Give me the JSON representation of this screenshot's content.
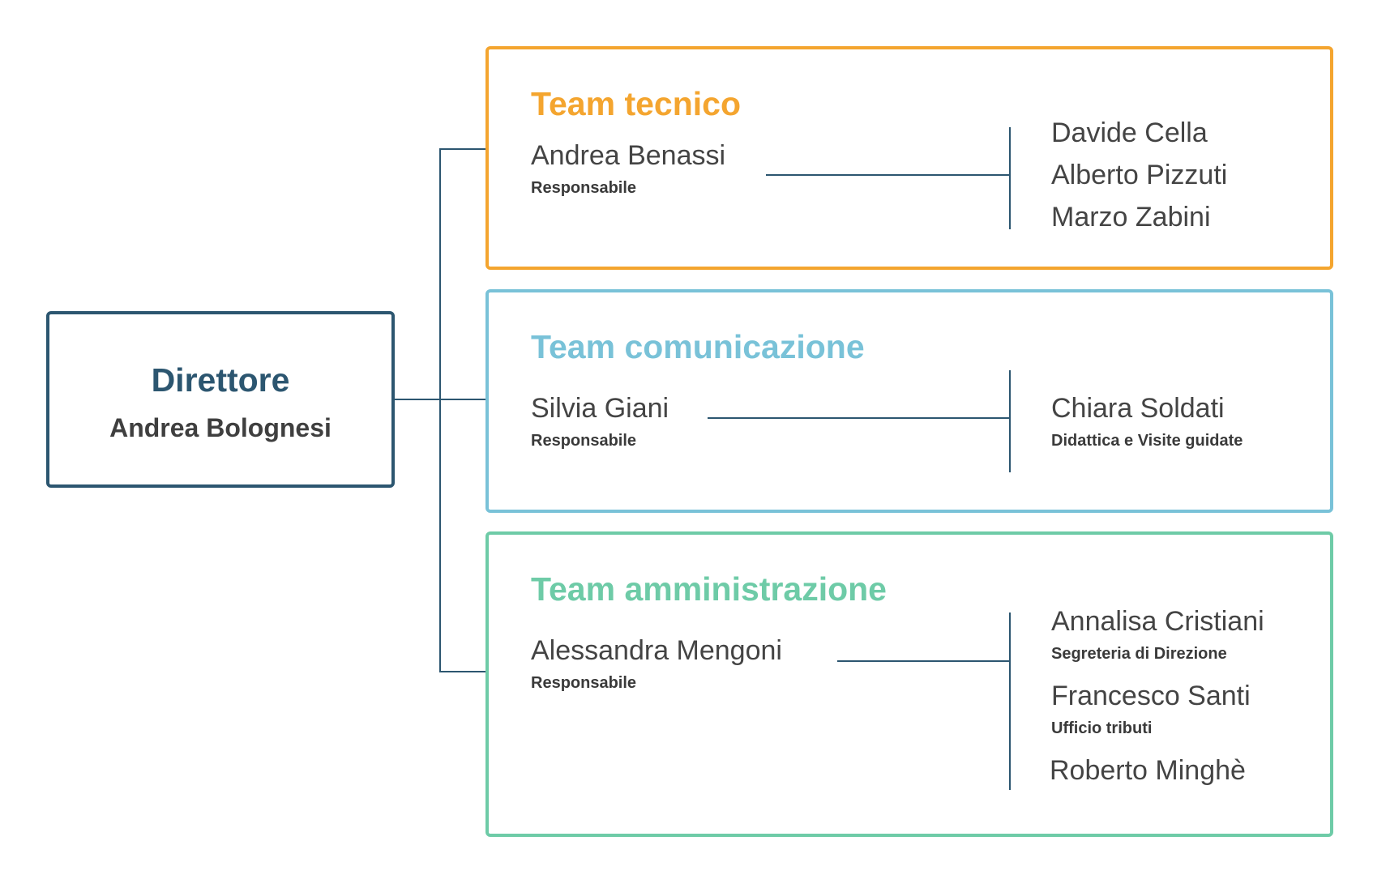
{
  "colors": {
    "director": "#2c5670",
    "tecnico": "#f4a52f",
    "comunicazione": "#79c2d8",
    "amministrazione": "#6ecba7",
    "connector": "#2c5670"
  },
  "director": {
    "title": "Direttore",
    "name": "Andrea Bolognesi"
  },
  "teams": [
    {
      "title": "Team tecnico",
      "lead": {
        "name": "Andrea Benassi",
        "role": "Responsabile"
      },
      "members": [
        {
          "name": "Davide Cella"
        },
        {
          "name": "Alberto Pizzuti"
        },
        {
          "name": "Marzo Zabini"
        }
      ]
    },
    {
      "title": "Team comunicazione",
      "lead": {
        "name": "Silvia Giani",
        "role": "Responsabile"
      },
      "members": [
        {
          "name": "Chiara Soldati",
          "role": "Didattica e Visite guidate"
        }
      ]
    },
    {
      "title": "Team amministrazione",
      "lead": {
        "name": "Alessandra Mengoni",
        "role": "Responsabile"
      },
      "members": [
        {
          "name": "Annalisa Cristiani",
          "role": "Segreteria di Direzione"
        },
        {
          "name": "Francesco Santi",
          "role": "Ufficio tributi"
        },
        {
          "name": "Roberto Minghè"
        }
      ]
    }
  ]
}
